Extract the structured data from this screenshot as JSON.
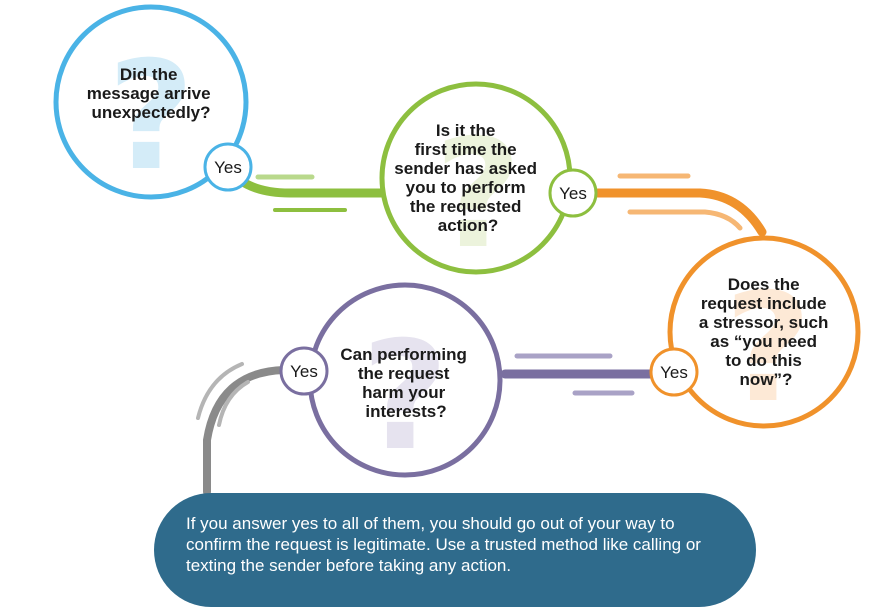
{
  "questions": {
    "q1": {
      "lines": [
        "Did the",
        "message arrive",
        "unexpectedly?"
      ],
      "answer": "Yes",
      "color": "#4ab3e6"
    },
    "q2": {
      "lines": [
        "Is it the",
        "first time the",
        "sender has asked",
        "you to perform",
        "the requested",
        "action?"
      ],
      "answer": "Yes",
      "color": "#8dbf3f"
    },
    "q3": {
      "lines": [
        "Does the",
        "request include",
        "a stressor, such",
        "as “you need",
        "to do this",
        "now”?"
      ],
      "answer": "Yes",
      "color": "#f0922b"
    },
    "q4": {
      "lines": [
        "Can performing",
        "the request",
        "harm your",
        "interests?"
      ],
      "answer": "Yes",
      "color": "#7a6fa0"
    }
  },
  "background_glyph": "?",
  "loop_color": "#8a8a8a",
  "note": {
    "text": "If you answer yes to all of them, you should go out of your way to confirm the request is legitimate. Use a trusted method like calling or texting the sender before taking any action.",
    "color": "#2f6b8c"
  }
}
